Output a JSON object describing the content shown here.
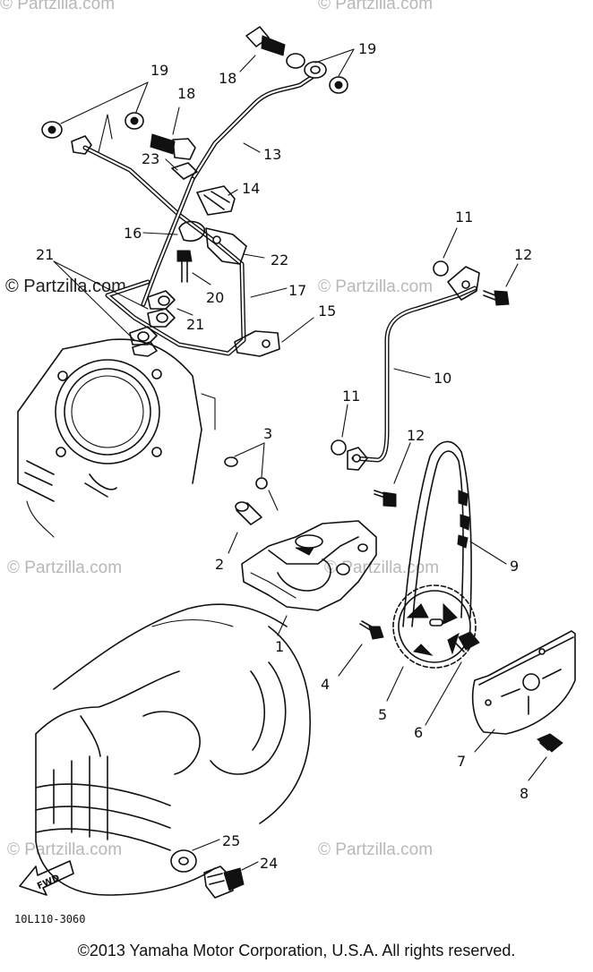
{
  "watermark": "© Partzilla.com",
  "fwd_label": "FWD",
  "part_code": "10L110-3060",
  "copyright": "©2013  Yamaha Motor Corporation, U.S.A. All rights reserved.",
  "callouts": {
    "c1": "1",
    "c2": "2",
    "c3": "3",
    "c4": "4",
    "c5": "5",
    "c6": "6",
    "c7": "7",
    "c8": "8",
    "c9": "9",
    "c10": "10",
    "c11a": "11",
    "c11b": "11",
    "c12a": "12",
    "c12b": "12",
    "c13": "13",
    "c14": "14",
    "c15": "15",
    "c16": "16",
    "c17": "17",
    "c18a": "18",
    "c18b": "18",
    "c19a": "19",
    "c19b": "19",
    "c20": "20",
    "c21a": "21",
    "c21b": "21",
    "c22": "22",
    "c23": "23",
    "c24": "24",
    "c25": "25"
  }
}
